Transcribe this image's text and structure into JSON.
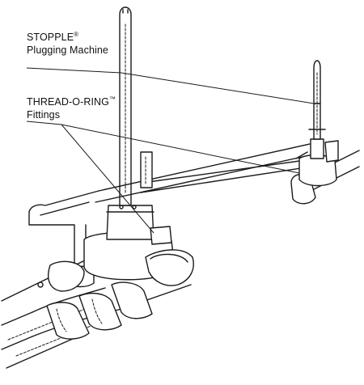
{
  "labels": {
    "stopple": {
      "name": "STOPPLE",
      "mark": "®",
      "line2": "Plugging Machine"
    },
    "threadoring": {
      "name": "THREAD-O-RING",
      "mark": "™",
      "line2": "Fittings"
    }
  }
}
